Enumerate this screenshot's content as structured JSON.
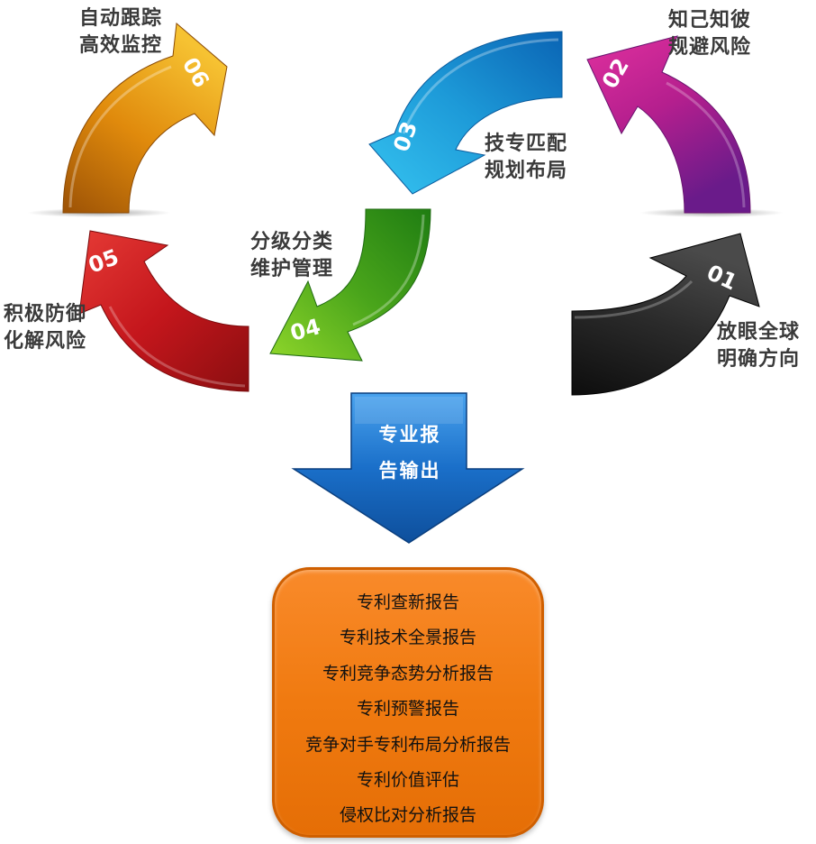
{
  "steps": [
    {
      "number": "01",
      "label_line1": "放眼全球",
      "label_line2": "明确方向",
      "color": "#1a1a1a"
    },
    {
      "number": "02",
      "label_line1": "知己知彼",
      "label_line2": "规避风险",
      "color": "#b0208a"
    },
    {
      "number": "03",
      "label_line1": "技专匹配",
      "label_line2": "规划布局",
      "color": "#1c9fdc"
    },
    {
      "number": "04",
      "label_line1": "分级分类",
      "label_line2": "维护管理",
      "color": "#4ba41c"
    },
    {
      "number": "05",
      "label_line1": "积极防御",
      "label_line2": "化解风险",
      "color": "#c4161c"
    },
    {
      "number": "06",
      "label_line1": "自动跟踪",
      "label_line2": "高效监控",
      "color": "#e8960c"
    }
  ],
  "output": {
    "title_line1": "专业报",
    "title_line2": "告输出",
    "arrow_color": "#1a6fc9"
  },
  "reports": [
    "专利查新报告",
    "专利技术全景报告",
    "专利竞争态势分析报告",
    "专利预警报告",
    "竞争对手专利布局分析报告",
    "专利价值评估",
    "侵权比对分析报告"
  ],
  "report_box_color": "#f07a10"
}
